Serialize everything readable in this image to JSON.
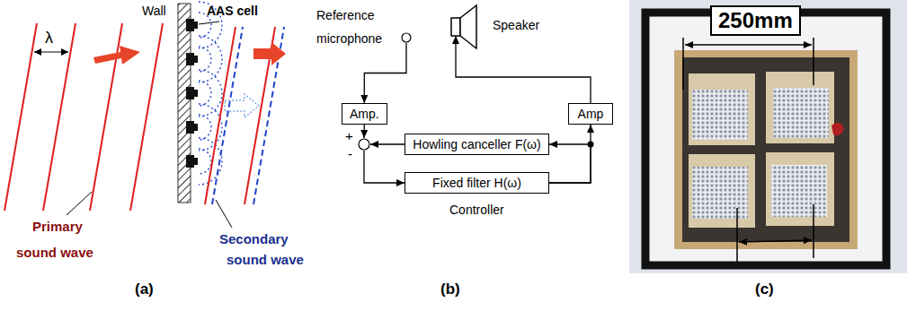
{
  "diagram": {
    "nodes": [
      {
        "text": [
          "Reference microphone"
        ]
      },
      {
        "text": [
          "Speaker"
        ]
      },
      {
        "text": [
          "Amp."
        ]
      },
      {
        "text": [
          "Amp"
        ]
      },
      {
        "text": [
          "+",
          "-"
        ]
      },
      {
        "text": [
          "Howling canceller F(ω)"
        ]
      },
      {
        "text": [
          "Fixed filter H(ω)"
        ]
      },
      {
        "text": [
          "250mm"
        ]
      }
    ],
    "edges": [
      {
        "from": 0,
        "to": 2,
        "arrow": "to"
      },
      {
        "from": 2,
        "to": 4,
        "arrow": "to"
      },
      {
        "from": 5,
        "to": 4,
        "arrow": "to"
      },
      {
        "from": 4,
        "to": 6,
        "arrow": "to"
      },
      {
        "from": 6,
        "to": 3,
        "arrow": "to"
      },
      {
        "from": 6,
        "to": 5,
        "arrow": "to"
      },
      {
        "from": 3,
        "to": 1,
        "arrow": "to"
      }
    ],
    "labels": [
      "Wall",
      "AAS cell",
      "λ",
      "Primary",
      "sound wave",
      "Secondary",
      "sound wave",
      "Controller",
      "(a)",
      "(b)",
      "(c)"
    ]
  }
}
